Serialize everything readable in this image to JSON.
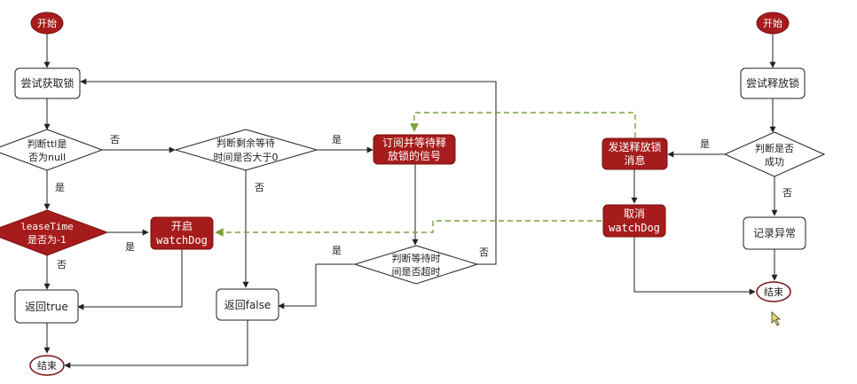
{
  "colors": {
    "red_fill": "#a61c1c",
    "red_dark": "#7a1010",
    "line": "#222222",
    "dashed": "#7aa33c"
  },
  "left": {
    "start": "开始",
    "try_lock": "尝试获取锁",
    "ttl_null": [
      "判断ttl是",
      "否为null"
    ],
    "remaining_gt0": [
      "判断剩余等待",
      "时间是否大于0"
    ],
    "subscribe": [
      "订阅并等待释",
      "放锁的信号"
    ],
    "lease_time": [
      "leaseTime",
      "是否为-1"
    ],
    "watchdog_on": [
      "开启",
      "watchDog"
    ],
    "timeout": [
      "判断等待时",
      "间是否超时"
    ],
    "return_true": "返回true",
    "return_false": "返回false",
    "end": "结束"
  },
  "right": {
    "start": "开始",
    "try_unlock": "尝试释放锁",
    "success": [
      "判断是否",
      "成功"
    ],
    "send_release": [
      "发送释放锁",
      "消息"
    ],
    "cancel_watchdog": [
      "取消",
      "watchDog"
    ],
    "record_error": "记录异常",
    "end": "结束"
  },
  "labels": {
    "yes": "是",
    "no": "否"
  }
}
